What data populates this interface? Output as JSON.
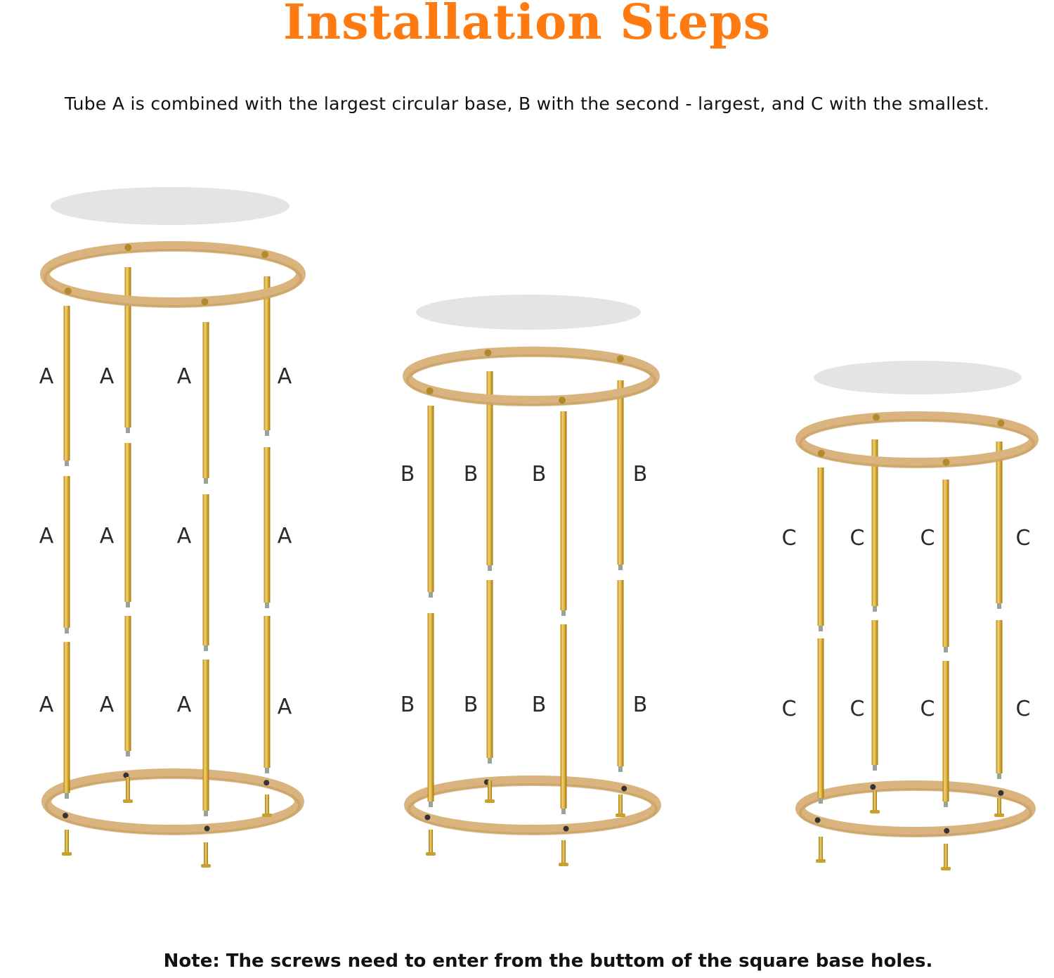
{
  "header": {
    "title": "Installation Steps",
    "subtitle": "Tube A is combined with the largest circular base, B with the second - largest, and C with the smallest."
  },
  "footer": {
    "note": "Note: The screws need to enter from the buttom of the square base holes."
  },
  "stands": [
    {
      "name": "stand-a",
      "tube_label": "A",
      "segments_per_leg": 3
    },
    {
      "name": "stand-b",
      "tube_label": "B",
      "segments_per_leg": 2
    },
    {
      "name": "stand-c",
      "tube_label": "C",
      "segments_per_leg": 2
    }
  ],
  "colors": {
    "title": "#ff7a10",
    "ring": "#d9b47e",
    "tube": "#d4a62a",
    "tabletop": "#e4e4e6",
    "screw": "#c9a030"
  }
}
